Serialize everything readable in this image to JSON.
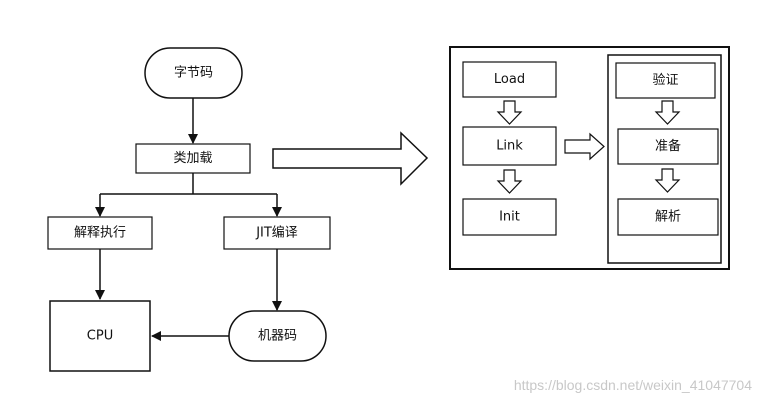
{
  "nodes": {
    "bytecode": "字节码",
    "class_loading": "类加载",
    "interpreter": "解释执行",
    "jit": "JIT编译",
    "cpu": "CPU",
    "machine_code": "机器码",
    "load": "Load",
    "link": "Link",
    "init": "Init",
    "verify": "验证",
    "prepare": "准备",
    "resolve": "解析"
  },
  "watermark": "https://blog.csdn.net/weixin_41047704"
}
